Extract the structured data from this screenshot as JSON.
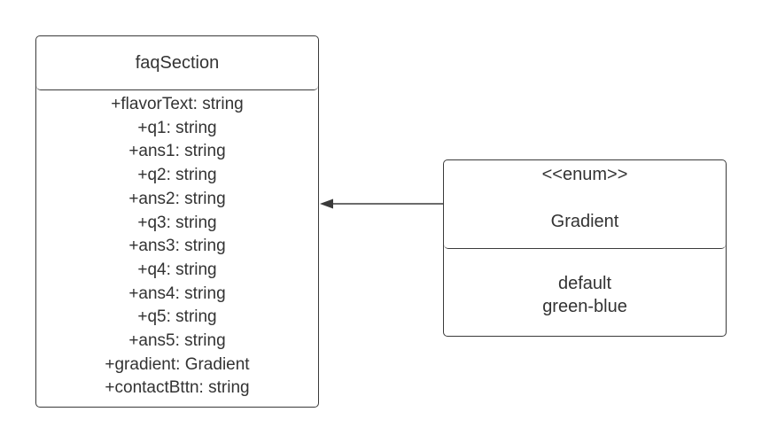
{
  "faq_class": {
    "name": "faqSection",
    "attributes": [
      "+flavorText: string",
      "+q1: string",
      "+ans1: string",
      "+q2: string",
      "+ans2: string",
      "+q3: string",
      "+ans3: string",
      "+q4: string",
      "+ans4: string",
      "+q5: string",
      "+ans5: string",
      "+gradient: Gradient",
      "+contactBttn: string"
    ]
  },
  "gradient_enum": {
    "stereotype": "<<enum>>",
    "name": "Gradient",
    "values": [
      "default",
      "green-blue"
    ]
  },
  "relationship": {
    "type": "association",
    "from": "Gradient",
    "to": "faqSection",
    "arrowhead": "filled-triangle"
  },
  "colors": {
    "border": "#3a3a3a",
    "text": "#333333",
    "background": "#ffffff"
  }
}
